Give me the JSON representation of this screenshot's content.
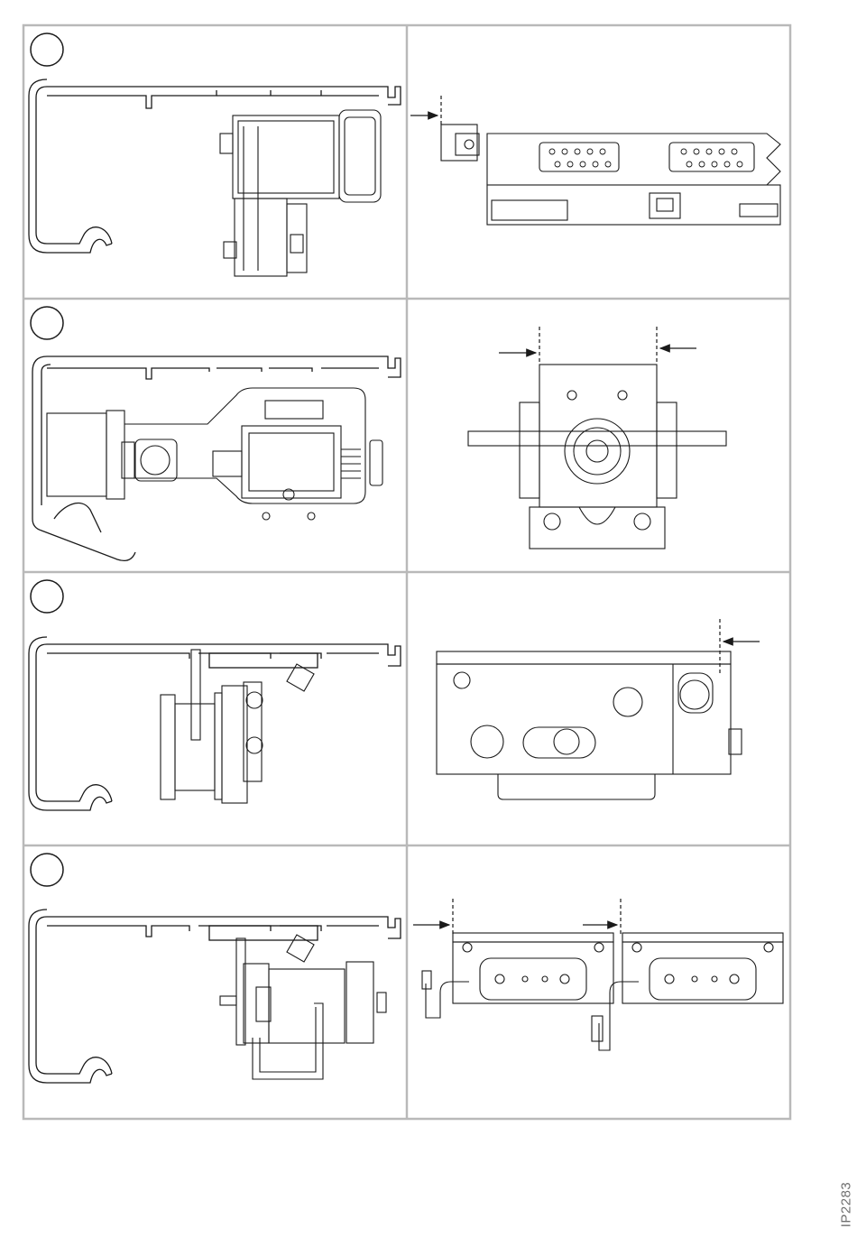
{
  "document": {
    "figure_code": "IP2283",
    "steps": [
      {
        "number": "",
        "left_view": "rail-side-section",
        "right_view": "control-board-front"
      },
      {
        "number": "",
        "left_view": "rail-side-section-with-motor",
        "right_view": "motor-unit-front"
      },
      {
        "number": "",
        "left_view": "rail-side-section-with-pulley",
        "right_view": "bracket-plate-front"
      },
      {
        "number": "",
        "left_view": "rail-side-section-with-roller",
        "right_view": "two-brackets-front"
      }
    ]
  },
  "colors": {
    "frame": "#b9b9b9",
    "line": "#1a1a1a",
    "code_text": "#6f6f6f"
  }
}
